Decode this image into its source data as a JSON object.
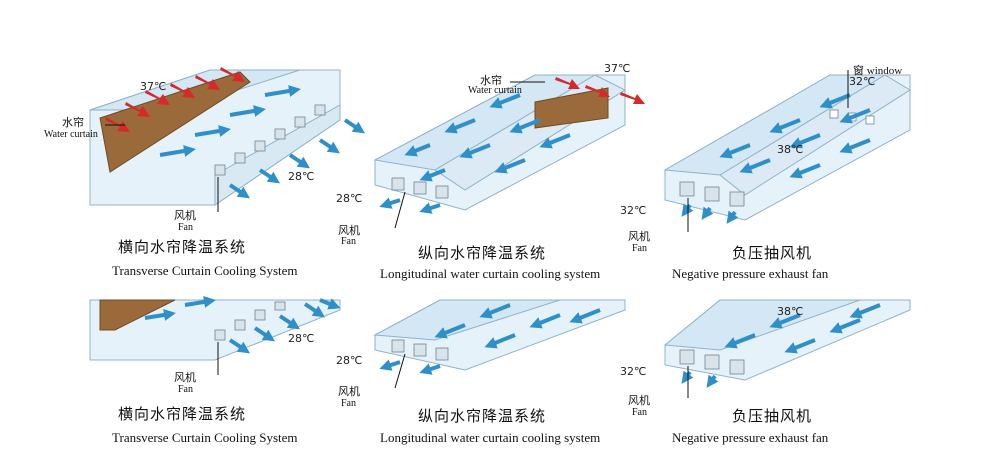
{
  "panels": [
    {
      "title_cn": "横向水帘降温系统",
      "title_en": "Transverse Curtain Cooling System"
    },
    {
      "title_cn": "纵向水帘降温系统",
      "title_en": "Longitudinal water curtain cooling system"
    },
    {
      "title_cn": "负压抽风机",
      "title_en": "Negative pressure exhaust fan"
    },
    {
      "title_cn": "横向水帘降温系统",
      "title_en": "Transverse Curtain Cooling System"
    },
    {
      "title_cn": "纵向水帘降温系统",
      "title_en": "Longitudinal water curtain cooling system"
    },
    {
      "title_cn": "负压抽风机",
      "title_en": "Negative pressure exhaust fan"
    }
  ],
  "labels": {
    "water_curtain_cn": "水帘",
    "water_curtain_en": "Water curtain",
    "fan_cn": "风机",
    "fan_en": "Fan",
    "window_cn": "窗",
    "window_en": "window",
    "temp_37": "37℃",
    "temp_28": "28℃",
    "temp_32": "32℃",
    "temp_38": "38℃"
  },
  "colors": {
    "house_fill": "#e6f2fa",
    "house_roof": "#d3e7f4",
    "house_stroke": "#8fb3c8",
    "curtain": "#9a6a3a",
    "hot_arrow": "#d62a2a",
    "cool_arrow": "#2f8fc9",
    "fan_box": "#d9e3ea"
  }
}
